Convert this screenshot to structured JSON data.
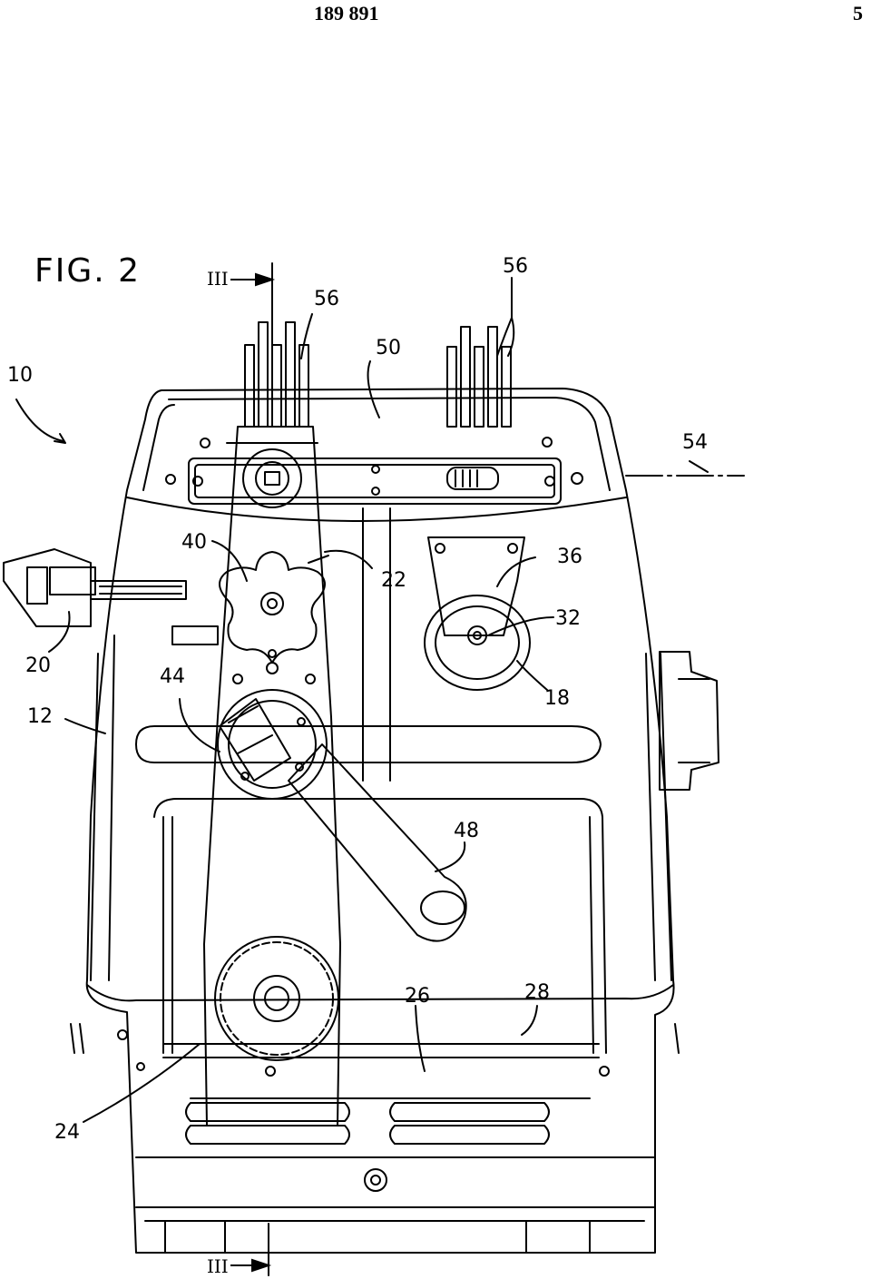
{
  "header": {
    "document_number": "189 891",
    "page_number": "5"
  },
  "figure": {
    "title": "FIG. 2",
    "section_marker": "III",
    "labels": {
      "l10": "10",
      "l12": "12",
      "l18": "18",
      "l20": "20",
      "l22": "22",
      "l24": "24",
      "l26": "26",
      "l28": "28",
      "l32": "32",
      "l36": "36",
      "l40": "40",
      "l44": "44",
      "l48": "48",
      "l50": "50",
      "l54": "54",
      "l56a": "56",
      "l56b": "56"
    }
  }
}
